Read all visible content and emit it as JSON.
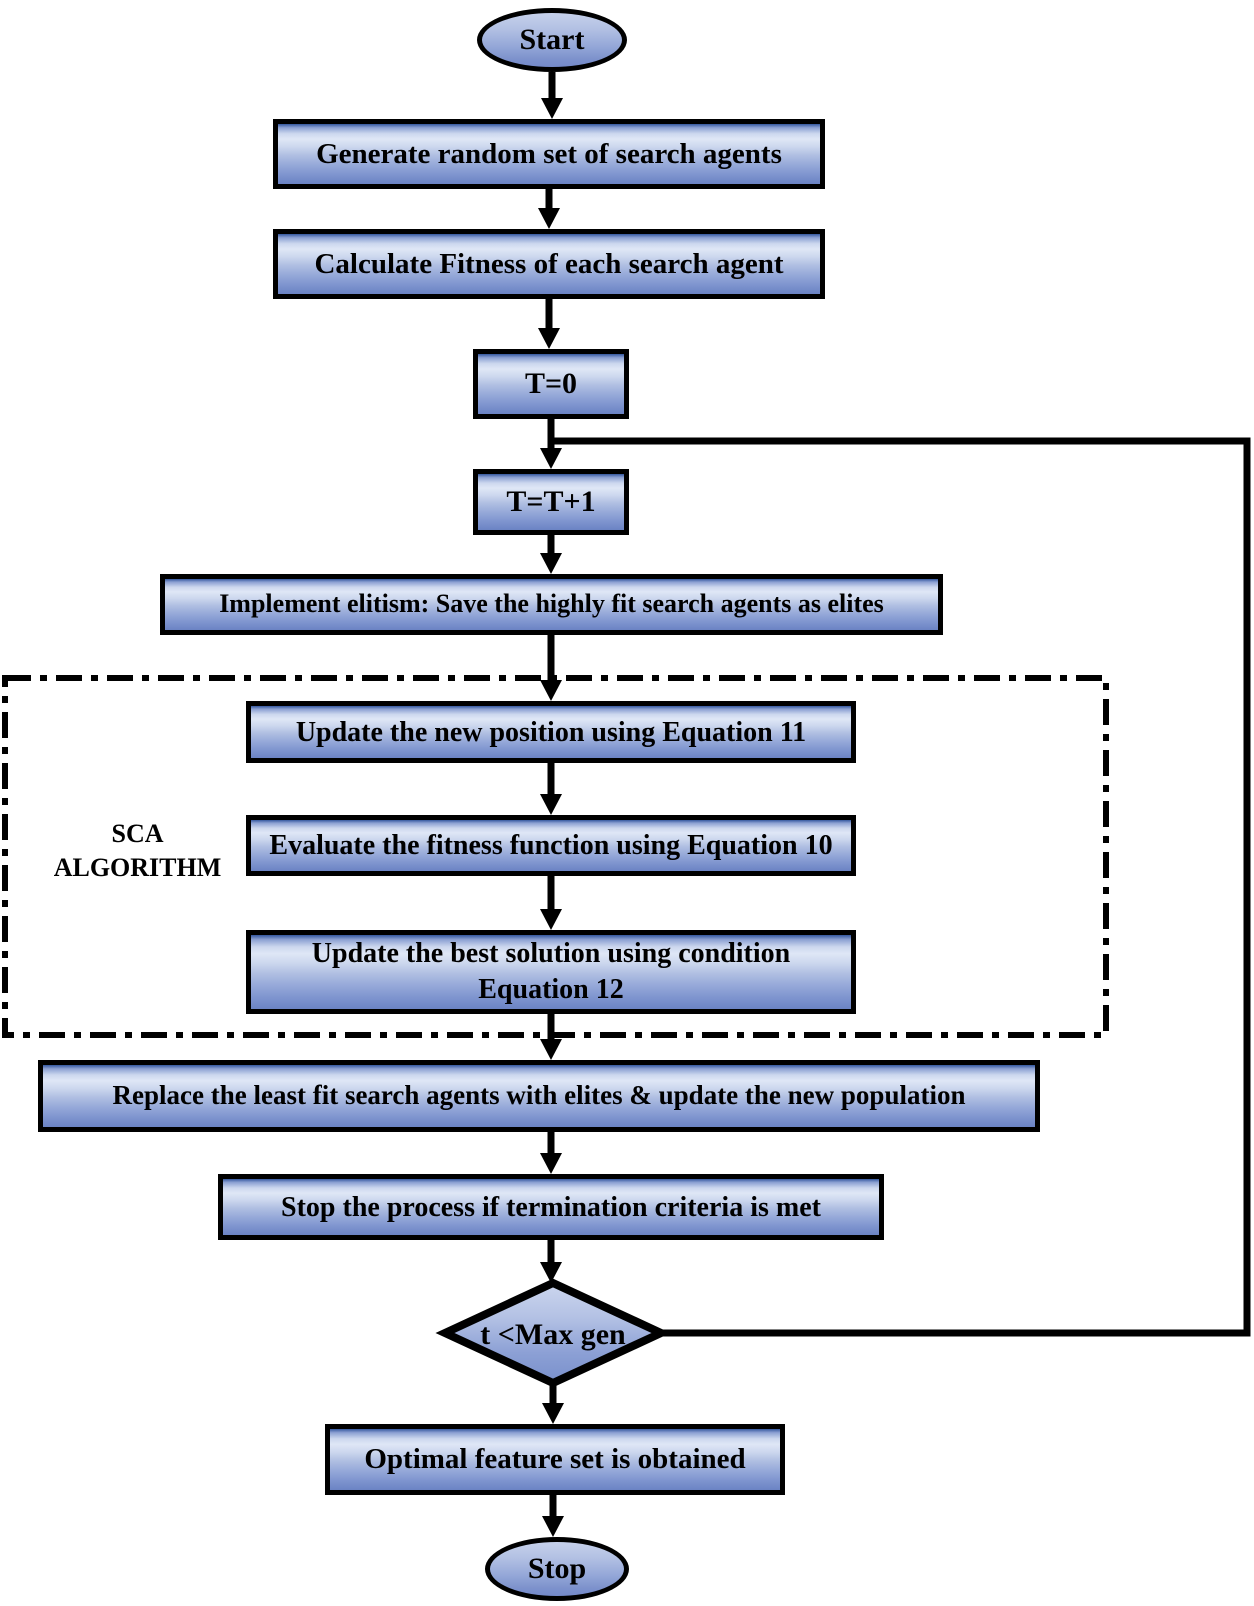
{
  "flowchart": {
    "nodes": {
      "start": {
        "label": "Start"
      },
      "generate": {
        "label": "Generate random set of search agents"
      },
      "calculate": {
        "label": "Calculate Fitness of each search agent"
      },
      "t_init": {
        "label": "T=0"
      },
      "t_increment": {
        "label": "T=T+1"
      },
      "elitism": {
        "label": "Implement elitism: Save the highly fit search agents as elites"
      },
      "update_position": {
        "label": "Update the new position using Equation 11"
      },
      "evaluate_fitness": {
        "label": "Evaluate the fitness function using Equation 10"
      },
      "update_best": {
        "line1": "Update the best solution using condition",
        "line2": "Equation 12"
      },
      "replace_least_fit": {
        "label": "Replace the least fit search agents with elites & update the new population"
      },
      "stop_process": {
        "label": "Stop the process if termination criteria is met"
      },
      "decision": {
        "label": "t <Max gen"
      },
      "optimal": {
        "label": "Optimal feature set is obtained"
      },
      "stop": {
        "label": "Stop"
      }
    },
    "group": {
      "line1": "SCA",
      "line2": "ALGORITHM"
    },
    "colors": {
      "outline": "#000000",
      "text": "#000000",
      "node_fill_dark": "#35589f",
      "node_fill_light": "#dfe7f6",
      "node_fill_mid": "#7b90ca",
      "background": "#ffffff"
    }
  }
}
